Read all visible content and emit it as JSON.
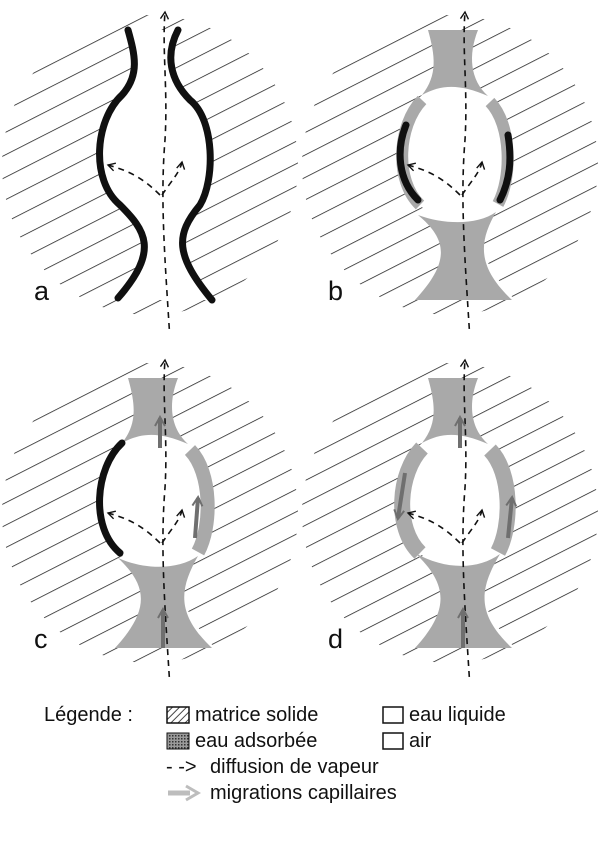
{
  "panels": [
    {
      "letter": "a"
    },
    {
      "letter": "b"
    },
    {
      "letter": "c"
    },
    {
      "letter": "d"
    }
  ],
  "legend": {
    "title": "Légende :",
    "solid_matrix": "matrice solide",
    "liquid_water": "eau liquide",
    "adsorbed_water": "eau adsorbée",
    "air": "air",
    "vapour_diffusion_symbol": "- ->",
    "vapour_diffusion": "diffusion de vapeur",
    "capillary_migration": "migrations capillaires"
  },
  "colors": {
    "hatch": "#1a1a1a",
    "wall": "#101010",
    "liquid": "#a9a9a9",
    "arrow_capillary": "#7a7a7a",
    "legend_capillary": "#bdbdbd"
  }
}
